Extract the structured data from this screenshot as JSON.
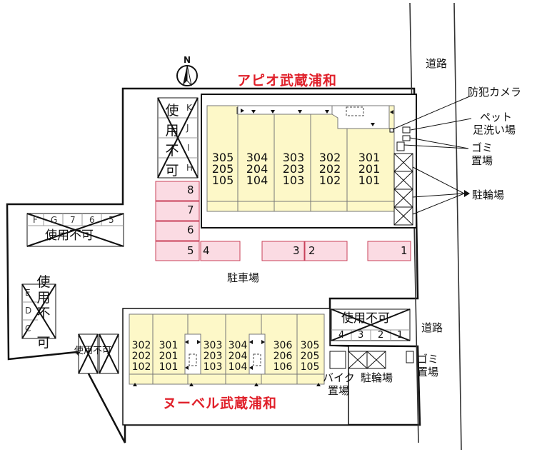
{
  "compass": {
    "label": "N"
  },
  "north_building": {
    "name": "アピオ武蔵浦和",
    "units": [
      {
        "top": "305",
        "mid": "205",
        "bot": "105"
      },
      {
        "top": "304",
        "mid": "204",
        "bot": "104"
      },
      {
        "top": "303",
        "mid": "203",
        "bot": "103"
      },
      {
        "top": "302",
        "mid": "202",
        "bot": "102"
      },
      {
        "top": "301",
        "mid": "201",
        "bot": "101"
      }
    ]
  },
  "south_building": {
    "name": "ヌーベル武蔵浦和",
    "units": [
      {
        "top": "302",
        "mid": "202",
        "bot": "102"
      },
      {
        "top": "301",
        "mid": "201",
        "bot": "101"
      },
      {
        "top": "303",
        "mid": "203",
        "bot": "103"
      },
      {
        "top": "304",
        "mid": "204",
        "bot": "104"
      },
      {
        "top": "306",
        "mid": "206",
        "bot": "106"
      },
      {
        "top": "305",
        "mid": "205",
        "bot": "105"
      }
    ]
  },
  "labels": {
    "road_top": "道路",
    "road_mid": "道路",
    "camera": "防犯カメラ",
    "pet_wash_1": "ペット",
    "pet_wash_2": "足洗い場",
    "garbage_top_1": "ゴミ",
    "garbage_top_2": "置場",
    "bicycle_top": "駐輪場",
    "parking_lot": "駐車場",
    "garbage_bottom_1": "ゴミ",
    "garbage_bottom_2": "置場",
    "bike_1": "バイク",
    "bike_2": "置場",
    "bicycle_bottom": "駐輪場",
    "unavailable": "使用不可"
  },
  "unavailable_chars": [
    "使",
    "用",
    "不",
    "可"
  ],
  "parking": {
    "khij": [
      "K",
      "J",
      "I",
      "H"
    ],
    "pink_vertical": [
      "8",
      "7",
      "6",
      "5"
    ],
    "row": [
      "4",
      "3",
      "2",
      "1"
    ],
    "fg": [
      "F",
      "G",
      "7",
      "6",
      "5"
    ],
    "edc": [
      "E",
      "D",
      "C"
    ],
    "bottom_right": [
      "4",
      "3",
      "2",
      "1"
    ]
  },
  "colors": {
    "title": "#e0202a",
    "building": "#fdf8c8",
    "parking": "#fbdbe3",
    "parking_border": "#c8405a"
  }
}
